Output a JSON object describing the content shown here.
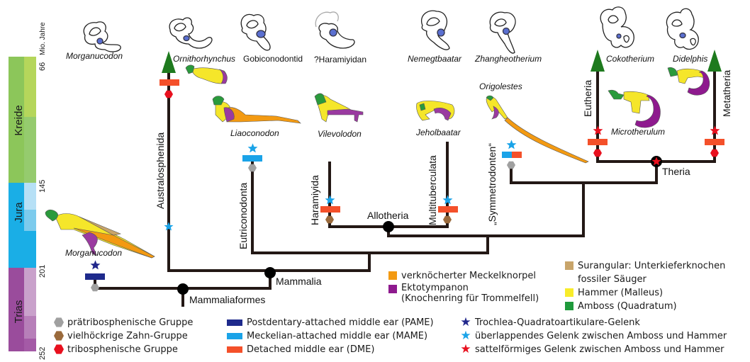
{
  "timescale": {
    "unit_label": "Mio. Jahre",
    "periods": [
      {
        "name": "Kreide",
        "color": "#8cc65a",
        "sub_colors": [
          "#b5d65b",
          "#95cb6e"
        ]
      },
      {
        "name": "Jura",
        "color": "#1aaee6",
        "sub_colors": [
          "#b6e0f6",
          "#7ccbed",
          "#1aaee6"
        ]
      },
      {
        "name": "Trias",
        "color": "#9a4c9c",
        "sub_colors": [
          "#c9a1cb",
          "#b77fb9",
          "#a45aa6"
        ]
      }
    ],
    "ticks": [
      "66",
      "145",
      "201",
      "252"
    ]
  },
  "ear_drawings": [
    {
      "name": "Morganucodon",
      "italic": true
    },
    {
      "name": "Ornithorhynchus",
      "italic": true
    },
    {
      "name": "Gobiconodontid",
      "italic": false
    },
    {
      "name": "?Haramiyidan",
      "italic": false
    },
    {
      "name": "Nemegtbaatar",
      "italic": true
    },
    {
      "name": "Zhangheotherium",
      "italic": true
    },
    {
      "name": "Cokotherium",
      "italic": true
    },
    {
      "name": "Didelphis",
      "italic": true
    }
  ],
  "fossil_jaws": {
    "morganucodon": "Morganucodon",
    "liaoconodon": "Liaoconodon",
    "vilevolodon": "Vilevolodon",
    "jeholbaatar": "Jeholbaatar",
    "origolestes": "Origolestes",
    "microtherulum": "Microtherulum"
  },
  "clades": {
    "australosphenida": "Australosphenida",
    "eutriconodonta": "Eutriconodonta",
    "haramiyida": "Haramiyida",
    "multituberculata": "Multituberculata",
    "symmetrodonten": "„Symmetrodonten“",
    "eutheria": "Eutheria",
    "metatheria": "Metatheria"
  },
  "nodes": {
    "mammaliaformes": "Mammaliaformes",
    "mammalia": "Mammalia",
    "allotheria": "Allotheria",
    "theria": "Theria"
  },
  "colors": {
    "branch": "#231815",
    "arrow": "#1e7a1e",
    "pame": "#1e2a8c",
    "mame": "#1aa3e8",
    "dme": "#f4502a",
    "pretribosphenic": "#a0a0a0",
    "multicusp": "#9a6a3c",
    "tribosphenic": "#e8101e",
    "meckel": "#f39a12",
    "ectotympanic": "#8e1a8e",
    "surangular": "#c8a46a",
    "malleus": "#f8ec2a",
    "incus": "#1f9a3c",
    "star_trochlea": "#22288c",
    "star_overlap": "#1aa3e8",
    "star_saddle": "#e8101e"
  },
  "legend": {
    "bones": [
      {
        "label": "verknöcherter Meckelknorpel",
        "color_key": "meckel"
      },
      {
        "label": "Ektotympanon",
        "label2": "(Knochenring für Trommelfell)",
        "color_key": "ectotympanic"
      }
    ],
    "bones2": [
      {
        "label": "Surangular: Unterkieferknochen",
        "label2": "fossiler Säuger",
        "color_key": "surangular"
      },
      {
        "label": "Hammer (Malleus)",
        "color_key": "malleus"
      },
      {
        "label": "Amboss (Quadratum)",
        "color_key": "incus"
      }
    ],
    "teeth": [
      {
        "label": "prätribosphenische Gruppe",
        "color_key": "pretribosphenic"
      },
      {
        "label": "vielhöckrige Zahn-Gruppe",
        "color_key": "multicusp"
      },
      {
        "label": "tribosphenische Gruppe",
        "color_key": "tribosphenic"
      }
    ],
    "ears": [
      {
        "label": "Postdentary-attached middle ear (PAME)",
        "color_key": "pame"
      },
      {
        "label": "Meckelian-attached middle ear (MAME)",
        "color_key": "mame"
      },
      {
        "label": "Detached middle ear (DME)",
        "color_key": "dme"
      }
    ],
    "joints": [
      {
        "label": "Trochlea-Quadratoartikulare-Gelenk",
        "color_key": "star_trochlea"
      },
      {
        "label": "überlappendes Gelenk zwischen Amboss und Hammer",
        "color_key": "star_overlap"
      },
      {
        "label": "sattelförmiges Gelenk zwischen Amboss und Hammer",
        "color_key": "star_saddle"
      }
    ]
  }
}
